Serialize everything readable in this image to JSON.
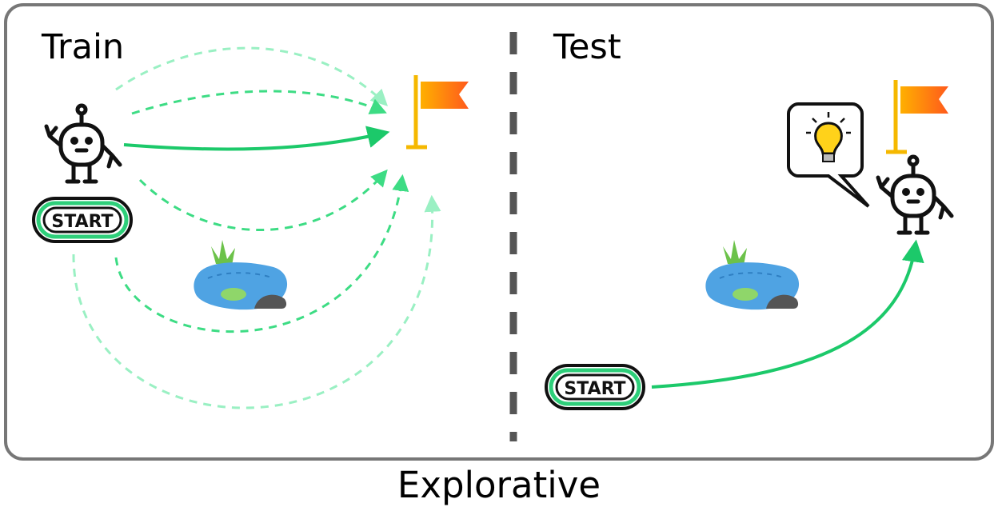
{
  "diagram": {
    "train_label": "Train",
    "test_label": "Test",
    "caption": "Explorative",
    "start_label_train": "START",
    "start_label_test": "START"
  },
  "colors": {
    "border": "#777777",
    "divider": "#555555",
    "path_solid": "#1cc96a",
    "path_dashed": "#3ddc84",
    "path_light": "#9af0c3",
    "flag_pole": "#f5b800",
    "flag_cloth": "#ff8a1c",
    "pond": "#4fa3e3",
    "grass": "#6cc24a"
  },
  "icons": [
    "robot-icon",
    "start-sign-icon",
    "flag-icon",
    "pond-icon",
    "lightbulb-icon",
    "speech-bubble-icon"
  ]
}
